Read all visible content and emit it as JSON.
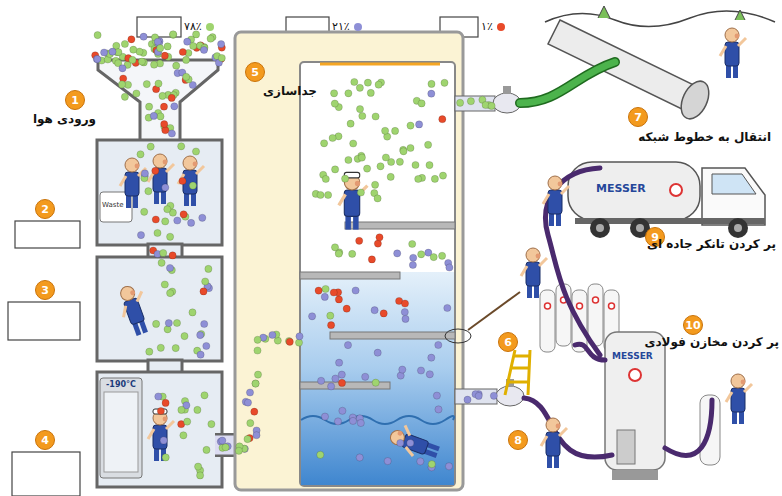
{
  "diagram": {
    "nodes": [
      {
        "text": [
          "1",
          "ورودی هوا"
        ]
      },
      {
        "text": [
          "2"
        ]
      },
      {
        "text": [
          "3"
        ]
      },
      {
        "text": [
          "4"
        ]
      },
      {
        "text": [
          "5",
          "جداسازی"
        ]
      },
      {
        "text": [
          "6"
        ]
      },
      {
        "text": [
          "7",
          "انتقال به خطوط شبکه"
        ]
      },
      {
        "text": [
          "8"
        ]
      },
      {
        "text": [
          "9",
          "پر کردن تانکر جاده ای"
        ]
      },
      {
        "text": [
          "10",
          "پر کردن مخازن فولادی"
        ]
      }
    ],
    "labels": [
      "Waste",
      "-190°C",
      "MESSER",
      "MESSER"
    ],
    "legend": [
      {
        "text": "۷۸٪",
        "color": "#9fd46f"
      },
      {
        "text": "۲۱٪",
        "color": "#8e8fd6"
      },
      {
        "text": "۱٪",
        "color": "#e84a2a"
      }
    ]
  }
}
